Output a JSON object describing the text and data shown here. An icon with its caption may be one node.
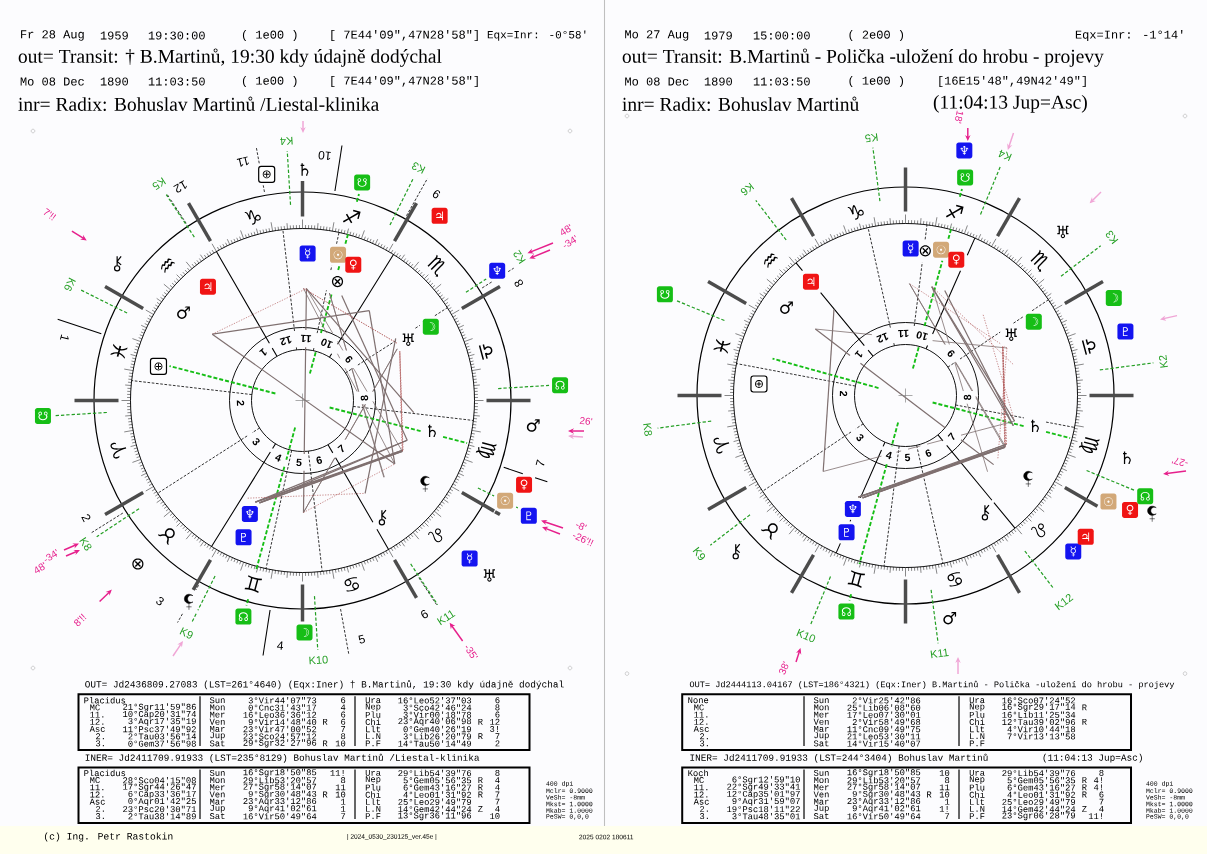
{
  "diagram": {
    "nodes": [
      {
        "text": [
          "OUT= Jd2436809.27083 (LST=261°4640) (Eqx:Iner) † B.Martinů, 19:30 kdy údajně dodýchal",
          "Placidus",
          "Sun",
          "3°Vir44'07\"73",
          "6",
          "Ura",
          "16°Leo52'37\"03",
          "6",
          "MC",
          "21°Sgr11'59\"86",
          "Mon",
          "0°Cnc31'43\"17",
          "4",
          "Nep",
          "3°Sco42'46\"24",
          "8",
          "11.",
          "10°Cap20'31\"74",
          "Mer",
          "16°Leo36'36\"12",
          "6",
          "Plu",
          "3°Vir00'18\"78",
          "6",
          "12.",
          "3°Aqr17'35\"19",
          "Ven",
          "9°Vir14'48\"40",
          "R",
          "6",
          "Chi",
          "23°Aqr40'06\"98",
          "R",
          "12",
          "Asc",
          "11°Psc37'49\"92",
          "Mar",
          "23°Vir47'00\"52",
          "7",
          "Llt",
          "0°Gem40'26\"19",
          "3!",
          "2.",
          "2°Tau03'56\"14",
          "Jup",
          "23°Sco24'57\"12",
          "8",
          "L.N",
          "3°Lib26'20\"79",
          "R",
          "7",
          "3.",
          "0°Gem37'56\"98",
          "Sat",
          "29°Sgr32'27\"96",
          "R",
          "10",
          "P.F",
          "14°Tau50'14\"49",
          "2"
        ]
      },
      {
        "text": [
          "INER= Jd2411709.91933 (LST=235°8129) Bohuslav Martinů /Liestal-klinika",
          "Placidus",
          "Sun",
          "16°Sgr18'50\"85",
          "11!",
          "Ura",
          "29°Lib54'39\"76",
          "8",
          "MC",
          "28°Sco04'15\"08",
          "Mon",
          "29°Lib53'20\"57",
          "8",
          "Nep",
          "5°Gem05'56\"35",
          "R",
          "4",
          "11.",
          "17°Sgr44'26\"47",
          "Mer",
          "27°Sgr58'14\"07",
          "11",
          "Plu",
          "6°Gem43'16\"27",
          "R",
          "4",
          "12.",
          "6°Cap33'36\"17",
          "Ven",
          "9°Sgr30'48\"43",
          "R",
          "10",
          "Chi",
          "4°Leo01'31\"92",
          "R",
          "7",
          "Asc",
          "0°Aqr01'42\"25",
          "Mar",
          "23°Aqr33'12\"86",
          "1",
          "Llt",
          "25°Leo29'49\"79",
          "7",
          "2.",
          "23°Psc20'30\"71",
          "Jup",
          "9°Aqr41'02\"61",
          "1",
          "L.N",
          "14°Gem42'44\"24",
          "Z",
          "4",
          "3.",
          "2°Tau38'14\"89",
          "Sat",
          "16°Vir50'49\"64",
          "7",
          "P.F",
          "13°Sgr36'11\"96",
          "10"
        ]
      },
      {
        "text": [
          "OUT= Jd2444113.04167 (LST=186°4321) (Eqx:Iner) B.Martinů - Polička -uložení do hrobu - projevy",
          "None",
          "Sun",
          "2°Vir25'42\"86",
          "Ura",
          "16°Sco07'24\"52",
          "MC",
          "Mon",
          "25°Lib06'08\"60",
          "Nep",
          "16°Sgr29'17\"14",
          "R",
          "11.",
          "Mer",
          "17°Leo07'30\"01",
          "Plu",
          "16°Lib11'25\"34",
          "12.",
          "Ven",
          "2°Vir58'49\"68",
          "Chi",
          "12°Tau39'02\"96",
          "R",
          "Asc",
          "Mar",
          "11°Cnc09'49\"75",
          "Llt",
          "4°Vir10'44\"18",
          "2.",
          "Jup",
          "21°Leo53'30\"11",
          "L.N",
          "7°Vir13'13\"58",
          "3.",
          "Sat",
          "14°Vir15'40\"07",
          "P.F"
        ]
      },
      {
        "text": [
          "INER= Jd2411709.91933 (LST=244°3404) Bohuslav Martinů",
          "(11:04:13 Jup=Asc)",
          "Koch",
          "Sun",
          "16°Sgr18'50\"85",
          "10",
          "Ura",
          "29°Lib54'39\"76",
          "8",
          "MC",
          "6°Sgr12'59\"10",
          "Mon",
          "29°Lib53'20\"57",
          "8",
          "Nep",
          "5°Gem05'56\"35",
          "R",
          "4!",
          "11.",
          "22°Sgr49'33\"41",
          "Mer",
          "27°Sgr58'14\"07",
          "11",
          "Plu",
          "6°Gem43'16\"27",
          "R",
          "4!",
          "12.",
          "12°Cap35'01\"97",
          "Ven",
          "9°Sgr30'48\"43",
          "R",
          "10",
          "Chi",
          "4°Leo01'31\"92",
          "R",
          "6",
          "Asc",
          "9°Aqr31'59\"07",
          "Mar",
          "23°Aqr33'12\"86",
          "1",
          "Llt",
          "25°Leo29'49\"79",
          "7",
          "2.",
          "19°Psc18'11\"22",
          "Jup",
          "9°Aqr41'02\"61",
          "1!",
          "L.N",
          "14°Gem42'44\"24",
          "Z",
          "4",
          "3.",
          "3°Tau48'35\"01",
          "Sat",
          "16°Vir50'49\"64",
          "7",
          "P.F",
          "23°Sgr06'28\"79",
          "11!"
        ]
      }
    ],
    "labels": [
      "Fr 28 Aug",
      "1959",
      "19:30:00",
      "( 1e00 )",
      "[ 7E44'09\",47N28'58\"]",
      "Eqx=Inr: -0°58'",
      "out= Transit: † B.Martinů, 19:30 kdy údajně dodýchal",
      "Mo 08 Dec",
      "1890",
      "11:03:50",
      "( 1e00 )",
      "[ 7E44'09\",47N28'58\"]",
      "inr= Radix: Bohuslav Martinů /Liestal-klinika",
      "♑",
      "♐",
      "♒",
      "♏",
      "♓",
      "♎",
      "♈",
      "♍",
      "♉",
      "♌",
      "♊",
      "♋",
      "1",
      "2",
      "3",
      "4",
      "5",
      "6",
      "7",
      "8",
      "9",
      "11",
      "10",
      "12",
      "1",
      "2",
      "3",
      "4",
      "5",
      "6",
      "7",
      "8",
      "9",
      "12",
      "11",
      "10",
      "K2",
      "K3",
      "K4",
      "K5",
      "K6",
      "K8",
      "K9",
      "K10",
      "K11",
      "☉",
      "☽",
      "☿",
      "♀",
      "♂",
      "♃",
      "♄",
      "♅",
      "♆",
      "♇",
      "☊",
      "☋",
      "⊗",
      "⊕",
      "☉",
      "☽",
      "☿",
      "♀",
      "♂",
      "♃",
      "♄",
      "♅",
      "♆",
      "♇",
      "☊",
      "☋",
      "⊗",
      "⊕",
      "7'!!",
      "48'",
      "-34'",
      "26'",
      "-8'",
      "-26'!!",
      "-35'",
      "8'!!",
      "48'",
      "-34'",
      "Mo 27 Aug",
      "1979",
      "15:00:00",
      "( 2e00 )",
      "Eqx=Inr: -1°14'",
      "out= Transit: B.Martinů - Polička -uložení do hrobu - projevy",
      "Mo 08 Dec",
      "1890",
      "11:03:50",
      "( 1e00 )",
      "[16E15'48\",49N42'49\"]",
      "inr= Radix: Bohuslav Martinů",
      "(11:04:13 Jup=Asc)",
      "♑",
      "♐",
      "♒",
      "♏",
      "♓",
      "♎",
      "♈",
      "♍",
      "♉",
      "♌",
      "♊",
      "♋",
      "1",
      "2",
      "3",
      "4",
      "5",
      "6",
      "7",
      "8",
      "9",
      "12",
      "11",
      "10",
      "K2",
      "K3",
      "K4",
      "K5",
      "K6",
      "K8",
      "K9",
      "K10",
      "K11",
      "K12",
      "☉",
      "☽",
      "☿",
      "♀",
      "♂",
      "♃",
      "♄",
      "♅",
      "♆",
      "♇",
      "☊",
      "☋",
      "☉",
      "☽",
      "☿",
      "♀",
      "♂",
      "♃",
      "♄",
      "♅",
      "♆",
      "♇",
      "☊",
      "☋",
      "⊗",
      "⊕",
      "18'",
      "-27'",
      "38'",
      "400 dpi",
      "Mclr= 0.9000",
      "VeSh= -8mm",
      "Mkst= 1.0000",
      "Mkab= 1.0000",
      "PeSW= 0,0,0",
      "400 dpi",
      "Mclr= 0.9000",
      "VeSh= -8mm",
      "Mkst= 1.0000",
      "Mkab= 1.0000",
      "PeSW= 0,0,0",
      "(c) Ing. Petr Rastokin",
      "| 2024_0530_230125_ver.45e |",
      "2025 0202 180611"
    ]
  }
}
